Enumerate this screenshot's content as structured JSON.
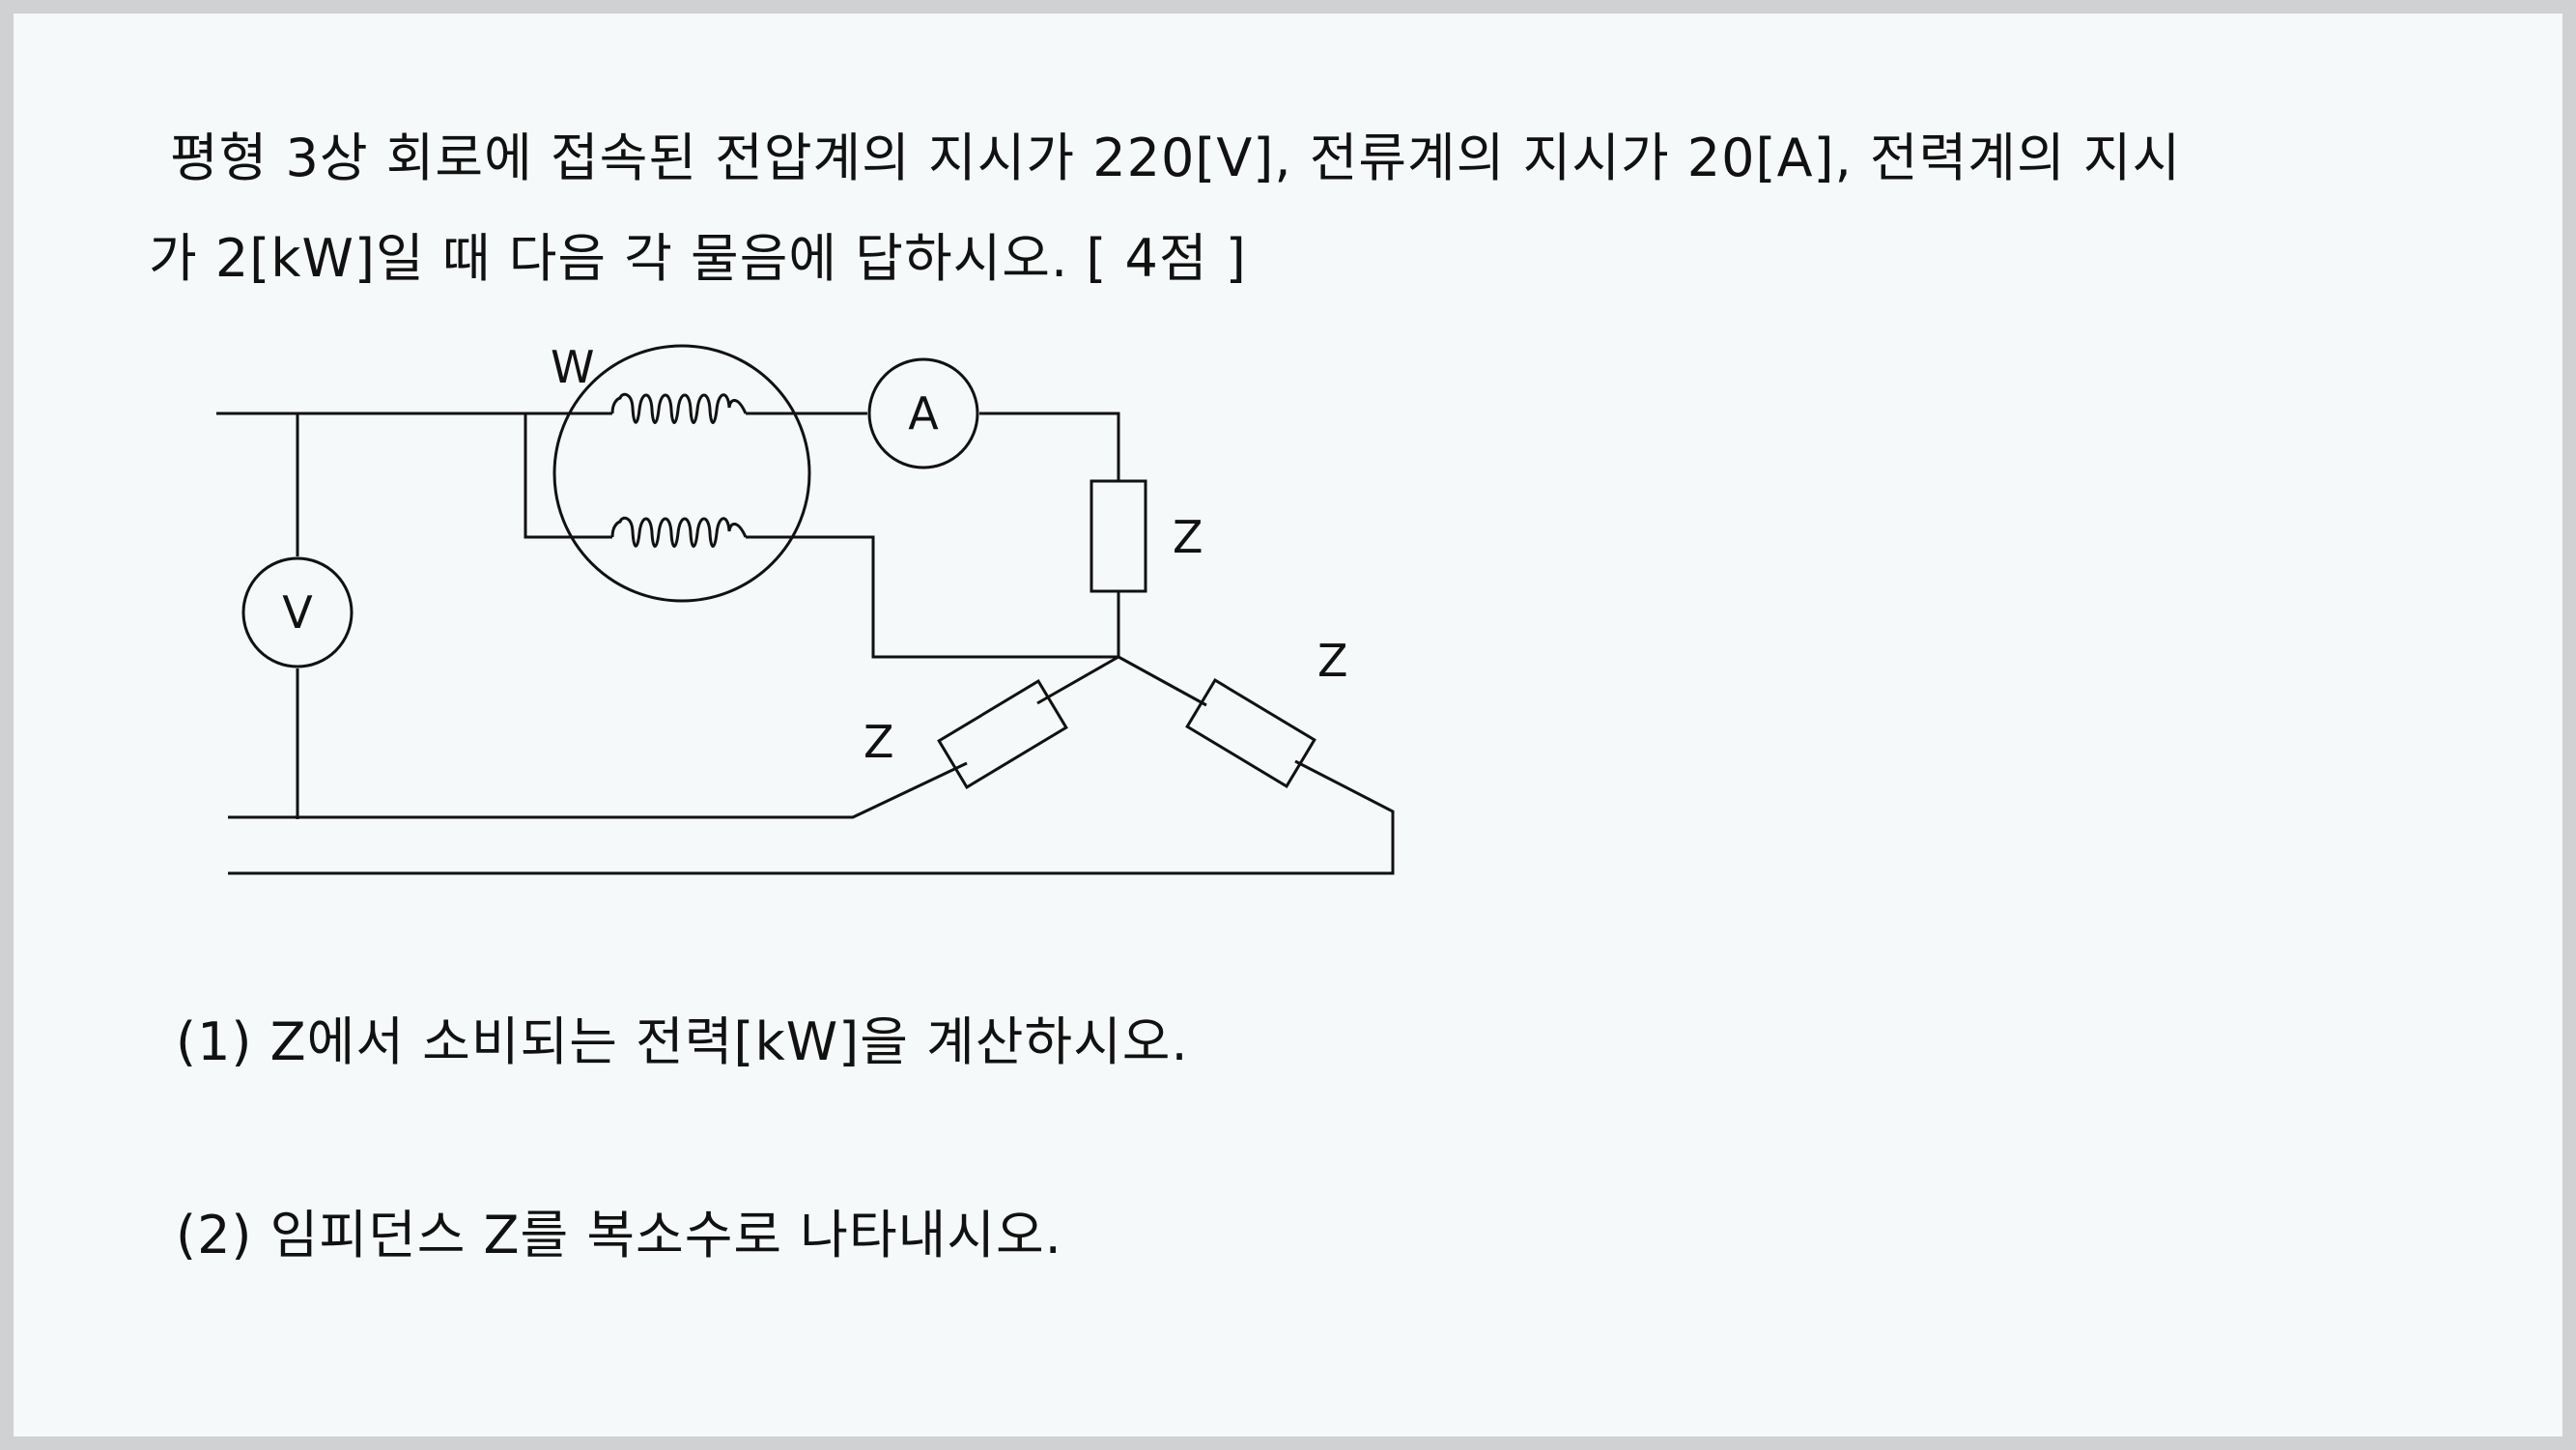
{
  "problem": {
    "line1": "평형 3상 회로에 접속된 전압계의 지시가 220[V], 전류계의 지시가 20[A], 전력계의 지시",
    "line2": "가 2[kW]일 때 다음 각 물음에 답하시오. [ 4점 ]"
  },
  "circuit": {
    "wattmeter_label": "W",
    "ammeter_label": "A",
    "voltmeter_label": "V",
    "impedance_labels": [
      "Z",
      "Z",
      "Z"
    ]
  },
  "questions": [
    {
      "text": "(1) Z에서 소비되는 전력[kW]을 계산하시오."
    },
    {
      "text": "(2) 임피던스 Z를 복소수로 나타내시오."
    }
  ]
}
